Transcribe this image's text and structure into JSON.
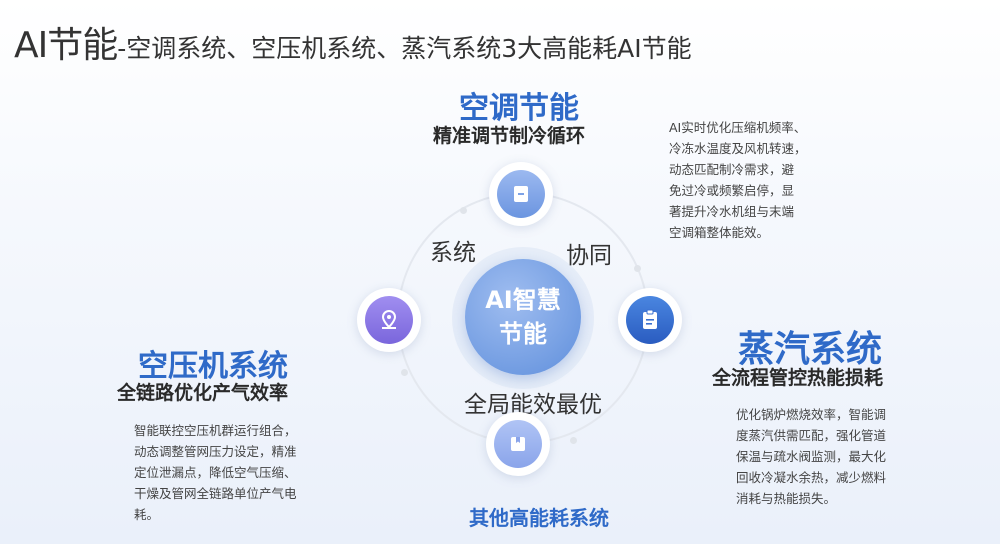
{
  "title": {
    "main": "AI节能",
    "rest": "-空调系统、空压机系统、蒸汽系统3大高能耗AI节能"
  },
  "center": {
    "line1": "AI智慧",
    "line2": "节能"
  },
  "ring_labels": {
    "left": "系统",
    "right": "协同",
    "bottom": "全局能效最优"
  },
  "sections": {
    "ac": {
      "title": "空调节能",
      "subtitle": "精准调节制冷循环",
      "icon": "clipboard-icon",
      "desc": [
        "AI实时优化压缩机频率、",
        "冷冻水温度及风机转速，",
        "动态匹配制冷需求，避",
        "免过冷或频繁启停，显",
        "著提升冷水机组与末端",
        "空调箱整体能效。"
      ]
    },
    "air": {
      "title": "空压机系统",
      "subtitle": "全链路优化产气效率",
      "icon": "location-pin-icon",
      "desc": [
        "智能联控空压机群运行组合，",
        "动态调整管网压力设定，精准",
        "定位泄漏点，降低空气压缩、",
        "干燥及管网全链路单位产气电",
        "耗。"
      ]
    },
    "steam": {
      "title": "蒸汽系统",
      "subtitle": "全流程管控热能损耗",
      "icon": "document-icon",
      "desc": [
        "优化锅炉燃烧效率，智能调",
        "度蒸汽供需匹配，强化管道",
        "保温与疏水阀监测，最大化",
        "回收冷凝水余热，减少燃料",
        "消耗与热能损失。"
      ]
    },
    "other": {
      "title": "其他高能耗系统",
      "icon": "bookmark-box-icon"
    }
  },
  "colors": {
    "accent": "#2f6ac8"
  }
}
